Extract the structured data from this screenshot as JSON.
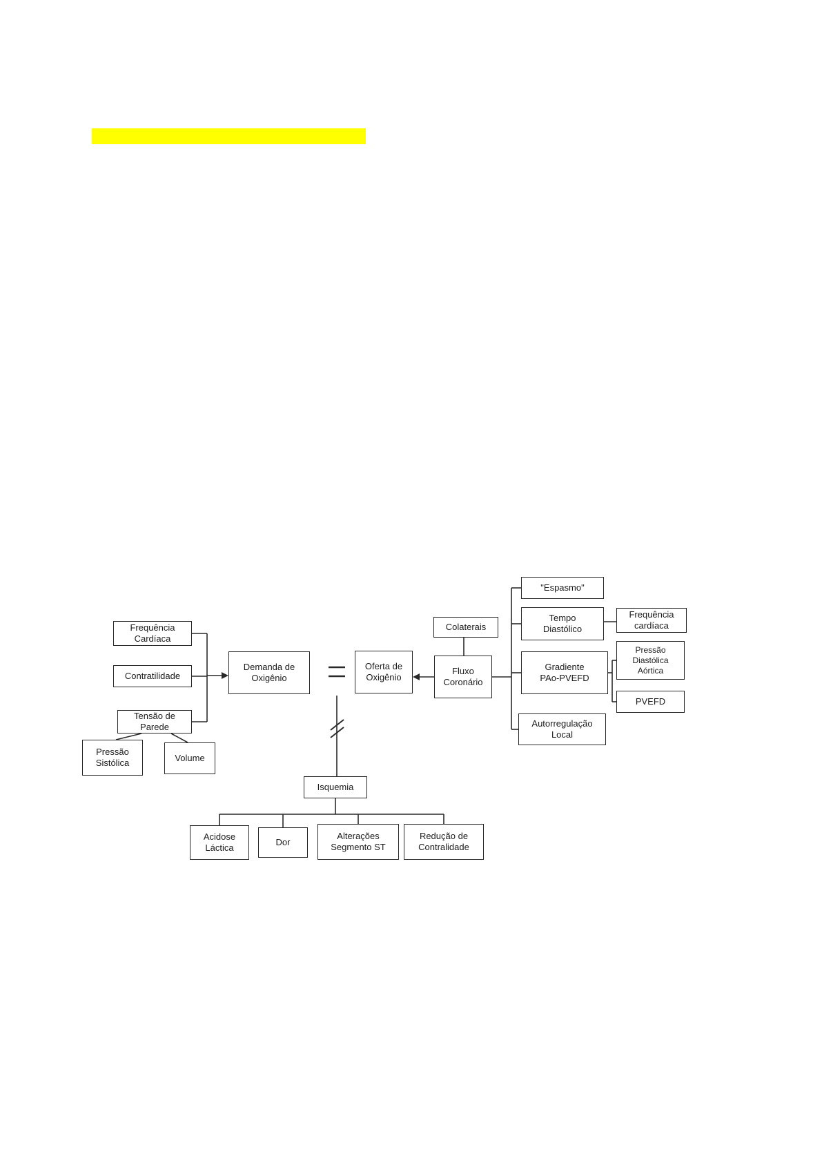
{
  "highlight": {
    "color": "#ffff00",
    "note": ""
  },
  "diagram": {
    "nodes": {
      "frequencia_cardiaca": {
        "label": "Frequência\nCardíaca"
      },
      "contratilidade": {
        "label": "Contratilidade"
      },
      "tensao_de_parede": {
        "label": "Tensão de\nParede"
      },
      "pressao_sistolica": {
        "label": "Pressão\nSistólica"
      },
      "volume": {
        "label": "Volume"
      },
      "demanda_de_oxigenio": {
        "label": "Demanda de\nOxigênio"
      },
      "oferta_de_oxigenio": {
        "label": "Oferta de\nOxigênio"
      },
      "fluxo_coronario": {
        "label": "Fluxo\nCoronário"
      },
      "colaterais": {
        "label": "Colaterais"
      },
      "espasmo": {
        "label": "\"Espasmo\""
      },
      "tempo_diastolico": {
        "label": "Tempo\nDiastólico"
      },
      "frequencia_cardiaca_direita": {
        "label": "Frequência\ncardíaca"
      },
      "gradiente_pao_pvefd": {
        "label": "Gradiente\nPAo-PVEFD"
      },
      "pressao_diastolica_aortica": {
        "label": "Pressão\nDiastólica\nAórtica"
      },
      "pvefd": {
        "label": "PVEFD"
      },
      "autorregulacao_local": {
        "label": "Autorregulação\nLocal"
      },
      "isquemia": {
        "label": "Isquemia"
      },
      "acidose_lactica": {
        "label": "Acidose\nLáctica"
      },
      "dor": {
        "label": "Dor"
      },
      "alteracoes_segmento_st": {
        "label": "Alterações\nSegmento ST"
      },
      "reducao_de_contralidade": {
        "label": "Redução de\nContralidade"
      }
    },
    "relations": {
      "balance_symbol": "=",
      "imbalance_note": "broken equals line leading down to Isquemia"
    },
    "edges": [
      {
        "from": "frequencia_cardiaca",
        "to": "demanda_de_oxigenio"
      },
      {
        "from": "contratilidade",
        "to": "demanda_de_oxigenio"
      },
      {
        "from": "tensao_de_parede",
        "to": "demanda_de_oxigenio"
      },
      {
        "from": "tensao_de_parede",
        "to": "pressao_sistolica"
      },
      {
        "from": "tensao_de_parede",
        "to": "volume"
      },
      {
        "from": "demanda_de_oxigenio",
        "to": "oferta_de_oxigenio",
        "type": "equals"
      },
      {
        "from": "fluxo_coronario",
        "to": "oferta_de_oxigenio",
        "type": "arrow"
      },
      {
        "from": "colaterais",
        "to": "fluxo_coronario"
      },
      {
        "from": "espasmo",
        "to": "fluxo_coronario"
      },
      {
        "from": "tempo_diastolico",
        "to": "fluxo_coronario"
      },
      {
        "from": "frequencia_cardiaca_direita",
        "to": "tempo_diastolico"
      },
      {
        "from": "gradiente_pao_pvefd",
        "to": "fluxo_coronario"
      },
      {
        "from": "pressao_diastolica_aortica",
        "to": "gradiente_pao_pvefd"
      },
      {
        "from": "pvefd",
        "to": "gradiente_pao_pvefd"
      },
      {
        "from": "autorregulacao_local",
        "to": "fluxo_coronario"
      },
      {
        "from": "balance_break",
        "to": "isquemia"
      },
      {
        "from": "isquemia",
        "to": "acidose_lactica"
      },
      {
        "from": "isquemia",
        "to": "dor"
      },
      {
        "from": "isquemia",
        "to": "alteracoes_segmento_st"
      },
      {
        "from": "isquemia",
        "to": "reducao_de_contralidade"
      }
    ]
  }
}
